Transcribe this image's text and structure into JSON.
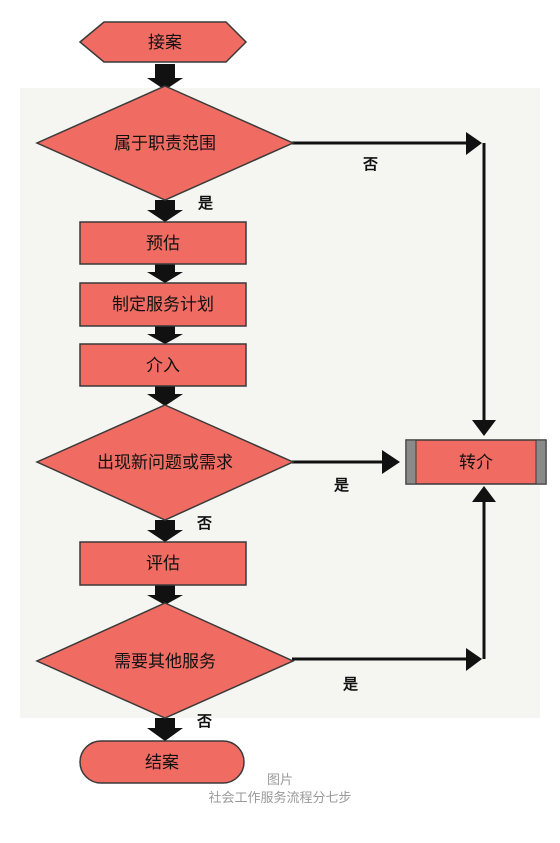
{
  "nodes": {
    "jie_an": "接案",
    "zhi_ze": "属于职责范围",
    "yu_gu": "预估",
    "ji_hua": "制定服务计划",
    "jie_ru": "介入",
    "xin_wen_ti": "出现新问题或需求",
    "ping_gu": "评估",
    "qi_ta_fu_wu": "需要其他服务",
    "jie_an_end": "结案",
    "zhuan_jie": "转介"
  },
  "edge_labels": {
    "shi_1": "是",
    "fou_1": "否",
    "shi_2": "是",
    "fou_2": "否",
    "shi_3": "是",
    "fou_3": "否"
  },
  "caption": {
    "line1": "图片",
    "line2": "社会工作服务流程分七步"
  },
  "colors": {
    "node_fill": "#f06c62",
    "node_stroke": "#3a3a3a",
    "arrow": "#111111",
    "box_side": "#8a8a8a",
    "caption": "#9a9a9a",
    "panel": "#f5f5f2"
  }
}
